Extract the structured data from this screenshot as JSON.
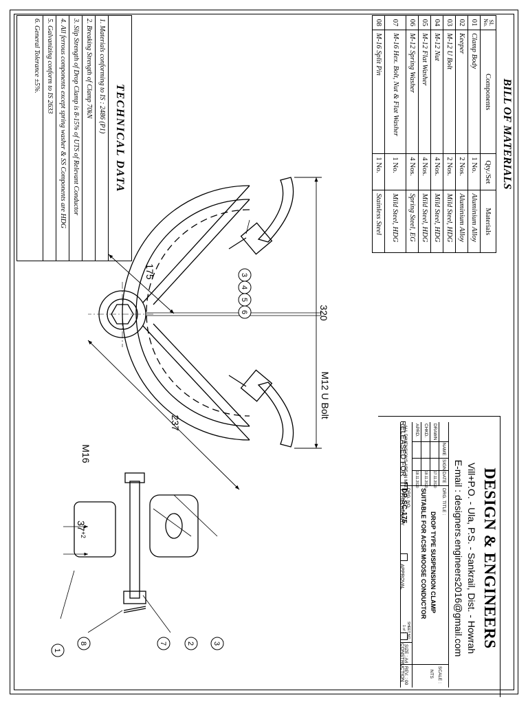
{
  "bill_of_materials": {
    "title": "BILL OF MATERIALS",
    "headers": {
      "sl": "Sl. No.",
      "components": "Components",
      "qty": "Qty./Set",
      "materials": "Materials"
    },
    "rows": [
      {
        "no": "01",
        "component": "Clamp Body",
        "qty": "1 No.",
        "material": "Aluminium Alloy"
      },
      {
        "no": "02",
        "component": "Keeper",
        "qty": "2 Nos.",
        "material": "Aluminium Alloy"
      },
      {
        "no": "03",
        "component": "M-12 U Bolt",
        "qty": "2 Nos.",
        "material": "Mild Steel, HDG"
      },
      {
        "no": "04",
        "component": "M-12 Nut",
        "qty": "4 Nos.",
        "material": "Mild Steel, HDG"
      },
      {
        "no": "05",
        "component": "M-12 Flat Washer",
        "qty": "4 Nos.",
        "material": "Mild Steel, HDG"
      },
      {
        "no": "06",
        "component": "M-12 Spring Washer",
        "qty": "4 Nos.",
        "material": "Spring Steel, EG"
      },
      {
        "no": "07",
        "component": "M-16 Hex. Bolt, Nut & Flat Washer",
        "qty": "1 No.",
        "material": "Mild Steel, HDG"
      },
      {
        "no": "08",
        "component": "M-16 Split Pin",
        "qty": "1 No.",
        "material": "Stainless Steel"
      }
    ]
  },
  "technical_data": {
    "title": "TECHNICAL  DATA",
    "items": [
      "1. Materials conforming to IS : 2486 (P1)",
      "2. Breaking Strength of Clamp 70kN",
      "3. Slip Strength of Drop Clamp is 8-15% of UTS of Relevant Conductor",
      "4. All ferrous components except spring washer & SS Components are HDG",
      "5. Galvanizing conform to IS 2633",
      "6. General Tolerance ±5%."
    ]
  },
  "drawing": {
    "dim_width": "320",
    "dim_side_left": "175",
    "dim_side_right": "237",
    "ubolt_label": "M12 U Bolt",
    "bolt_label": "M16",
    "gap_dim": "37",
    "gap_tol": "+2",
    "balloon_group": [
      "3",
      "4",
      "5",
      "6"
    ],
    "side_balloons": [
      "3",
      "2",
      "7",
      "8",
      "1"
    ]
  },
  "title_block": {
    "company": "DESIGN & ENGINEERS",
    "address": "Vill+P.O. - Ula, P.S. - Sankrail, Dist. - Howrah",
    "email": "E-mail : designers.engineers2016@gmail.com",
    "col_name": "NAME",
    "col_sign": "SIGN",
    "col_date": "DATE",
    "drawn": "DRAWN",
    "checked": "CHKD.",
    "approved": "APRD.",
    "date_drawn": "17.11.2020",
    "date_checked": "18.11.2020",
    "date_approved": "18.11.2020",
    "drg_title_label": "DRG. TITLE :",
    "drg_title_1": "DROP TYPE SUSPENSION CLAMP",
    "drg_title_2": "SUITABLE FOR ACSR MOOSE CONDUCTOR",
    "scale_label": "SCALE :",
    "scale_value": "NTS",
    "all_dims": "ALL DIMENSIONS ARE IN MM.",
    "drg_no_label": "DRG. NO.",
    "drg_no": "DP-SC-175",
    "sheet_label": "SHEET NO. :",
    "sheet_value": "1 of 1",
    "size_label": "SIZE : A4",
    "rev_label": "REV. : 00",
    "released_for": "RELEASED FOR",
    "preliminary": "PRELIMINARY",
    "approval": "APPROVAL",
    "construction": "CONSTRUCTION"
  }
}
